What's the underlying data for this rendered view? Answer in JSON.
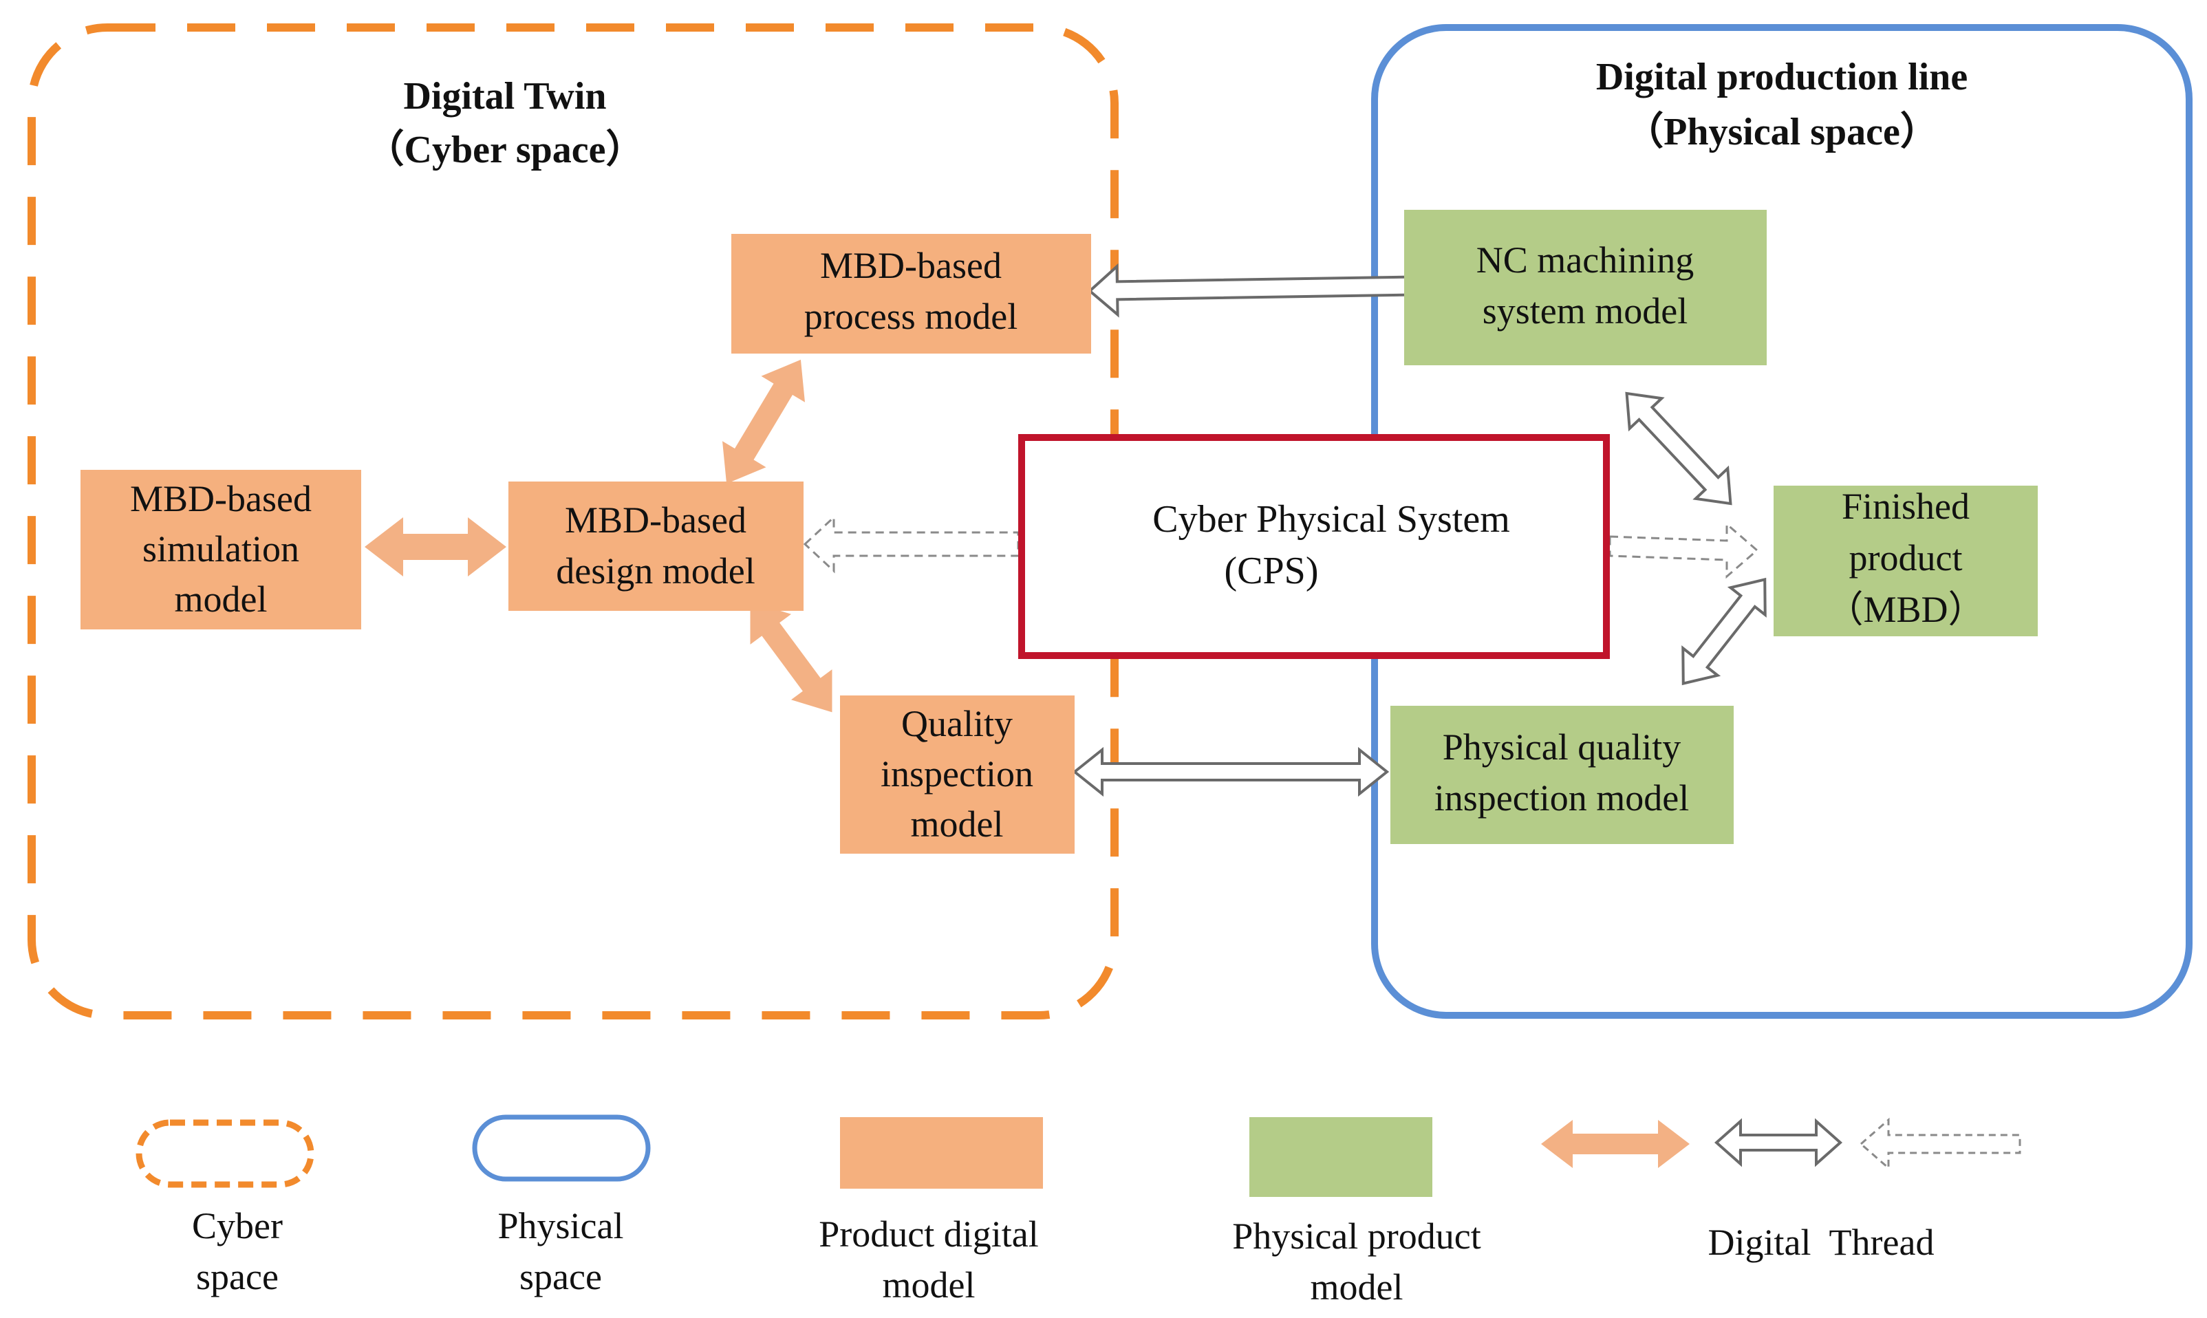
{
  "colors": {
    "cyber_border": "#F28A2C",
    "physical_border": "#5B8FD6",
    "digital_model_fill": "#F5B07E",
    "physical_model_fill": "#B4CC88",
    "cps_border": "#C0142B",
    "orange_arrow": "#F3B184",
    "outline_arrow": "#6A6A6A",
    "text": "#111111"
  },
  "regions": {
    "cyber": {
      "title_line1": "Digital Twin",
      "title_line2": "（Cyber space）"
    },
    "physical": {
      "title_line1": "Digital production line",
      "title_line2": "（Physical space）"
    }
  },
  "nodes": {
    "process_model": {
      "line1": "MBD-based",
      "line2": "process model"
    },
    "simulation_model": {
      "line1": "MBD-based",
      "line2": "simulation",
      "line3": "model"
    },
    "design_model": {
      "line1": "MBD-based",
      "line2": "design model"
    },
    "quality_model": {
      "line1": "Quality",
      "line2": "inspection",
      "line3": "model"
    },
    "cps": {
      "line1": "Cyber Physical System",
      "line2": "(CPS)"
    },
    "nc_model": {
      "line1": "NC machining",
      "line2": "system model"
    },
    "finished_product": {
      "line1": "Finished",
      "line2": "product",
      "line3": "（MBD）"
    },
    "physical_quality_model": {
      "line1": "Physical quality",
      "line2": "inspection model"
    }
  },
  "legend": {
    "cyber_space": {
      "line1": "Cyber",
      "line2": "space"
    },
    "physical_space": {
      "line1": "Physical",
      "line2": "space"
    },
    "product_digital_model": {
      "line1": "Product digital",
      "line2": "model"
    },
    "physical_product_model": {
      "line1": "Physical product",
      "line2": "model"
    },
    "digital_thread": "Digital  Thread"
  }
}
